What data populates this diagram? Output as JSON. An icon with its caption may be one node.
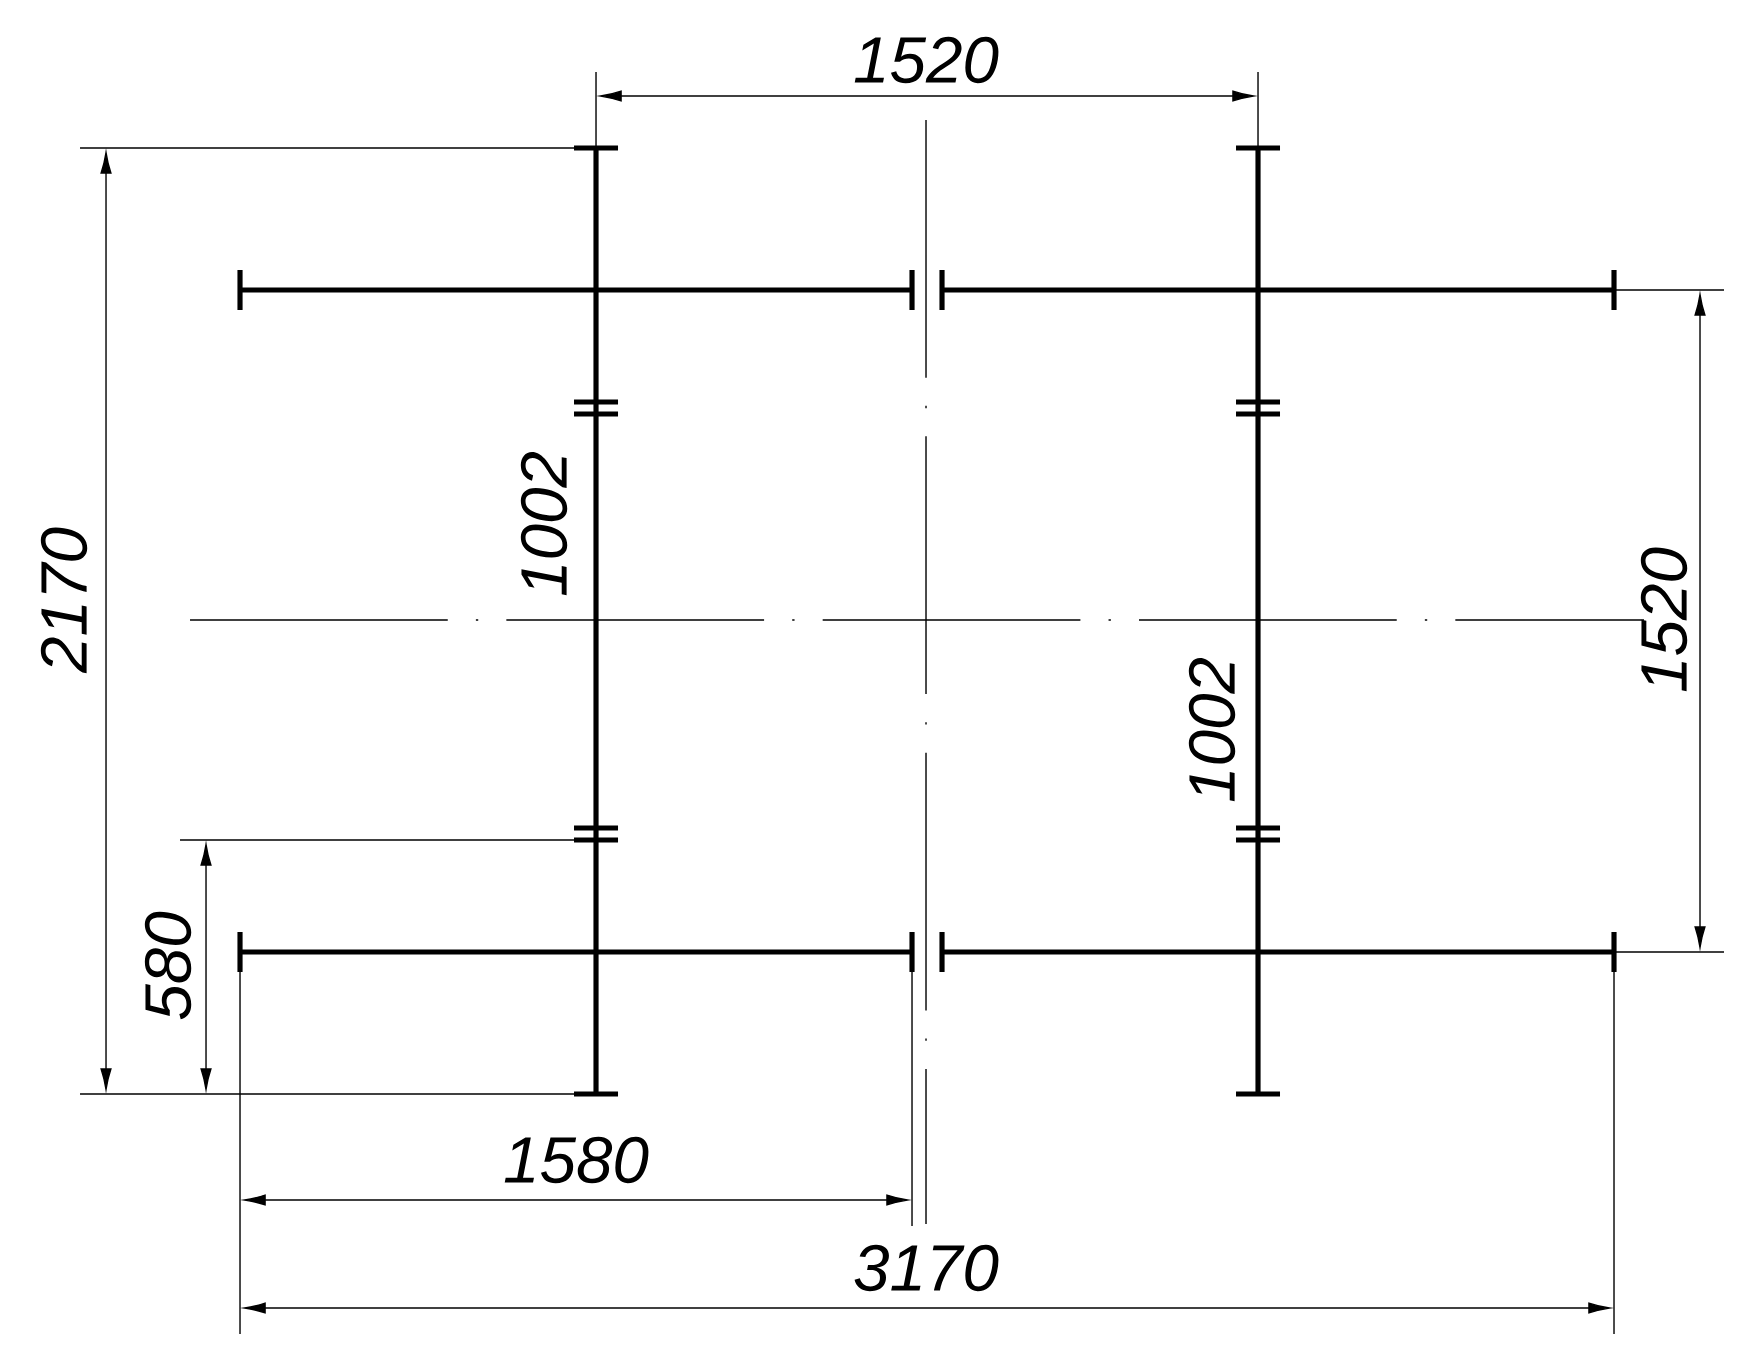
{
  "diagram": {
    "labels": [
      "1520",
      "2170",
      "1002",
      "1520",
      "1002",
      "580",
      "1580",
      "3170"
    ]
  }
}
